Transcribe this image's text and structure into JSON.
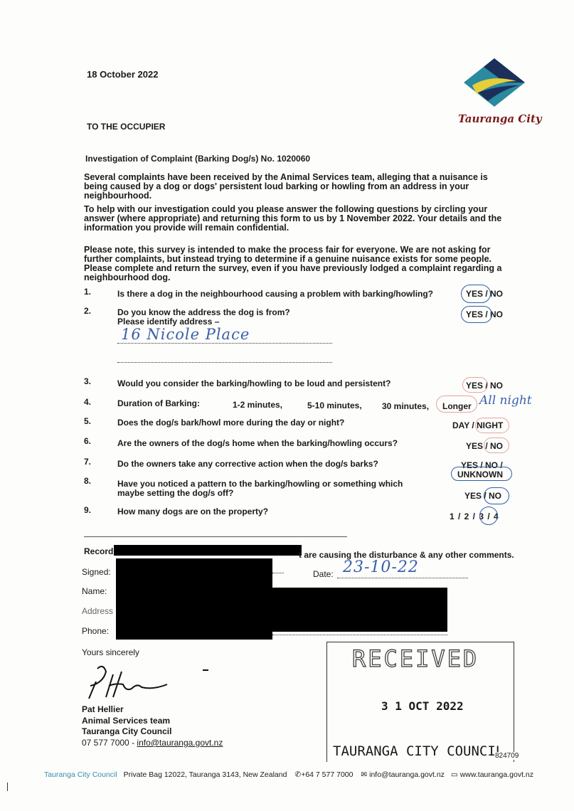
{
  "letter": {
    "date": "18 October 2022",
    "addressee": "TO THE OCCUPIER",
    "subject": "Investigation of Complaint (Barking Dog/s) No. 1020060",
    "para1": "Several complaints have been received by the Animal Services team, alleging that a nuisance is being caused by a dog or dogs' persistent loud barking or howling from an address in your neighbourhood.",
    "para2_a": "To help with our investigation could you please answer the following questions by circling your answer (where appropriate) and returning this form to us by ",
    "para2_bold": "1 November 2022",
    "para2_b": ". Your details and the information you provide will remain confidential.",
    "para3": "Please note, this survey is intended to make the process fair for everyone. We are not asking for further complaints, but instead trying to determine if a genuine nuisance exists for some people. Please complete and return the survey, even if you have previously lodged a complaint regarding a neighbourhood dog."
  },
  "logo": {
    "text": "Tauranga City",
    "colors": {
      "teal": "#2a8aa0",
      "navy": "#1c2f5a",
      "yellow": "#e6cf3a",
      "text": "#7a1a1a"
    }
  },
  "questions": [
    {
      "num": "1.",
      "text": "Is there a dog in the neighbourhood causing a problem with barking/howling?",
      "answer": "YES / NO"
    },
    {
      "num": "2.",
      "text": "Do you know the address the dog is from?",
      "sub": "Please identify address –",
      "answer": "YES / NO",
      "handwritten": "16 Nicole Place"
    },
    {
      "num": "3.",
      "text": "Would you consider the barking/howling to be loud and persistent?",
      "answer": "YES / NO"
    },
    {
      "num": "4.",
      "text": "Duration of Barking:",
      "options": [
        "1-2 minutes,",
        "5-10 minutes,",
        "30 minutes,",
        "Longer"
      ],
      "handwritten": "All night"
    },
    {
      "num": "5.",
      "text": "Does the dog/s bark/howl more during the day or night?",
      "answer": "DAY / NIGHT"
    },
    {
      "num": "6.",
      "text": "Are the owners of the dog/s home when the barking/howling occurs?",
      "answer": "YES / NO"
    },
    {
      "num": "7.",
      "text": "Do the owners take any corrective action when the dog/s barks?",
      "answer": "YES / NO /",
      "answer2": "UNKNOWN"
    },
    {
      "num": "8.",
      "text": "Have you noticed a pattern to the barking/howling or something which maybe setting the dog/s off?",
      "answer": "YES / NO"
    },
    {
      "num": "9.",
      "text": "How many dogs are on the property?",
      "answer": "1 / 2 / 3 / 4"
    }
  ],
  "record": {
    "prefix": "Record",
    "suffix": "t are causing the disturbance & any other comments.",
    "signed_label": "Signed:",
    "date_label": "Date:",
    "date_value": "23-10-22",
    "name_label": "Name:",
    "address_label": "Address",
    "phone_label": "Phone:"
  },
  "closing": {
    "salutation": "Yours sincerely",
    "name": "Pat Hellier",
    "team": "Animal Services team",
    "council": "Tauranga City Council",
    "phone": "07 577 7000 - ",
    "email": "info@tauranga.govt.nz"
  },
  "stamp": {
    "title": "RECEIVED",
    "date": "3 1 OCT 2022",
    "org": "TAURANGA CITY COUNCIL",
    "ref": "824709"
  },
  "footer": {
    "org": "Tauranga City Council",
    "address": "Private Bag 12022, Tauranga 3143, New Zealand",
    "phone": "+64 7 577 7000",
    "email": "info@tauranga.govt.nz",
    "web": "www.tauranga.govt.nz"
  }
}
